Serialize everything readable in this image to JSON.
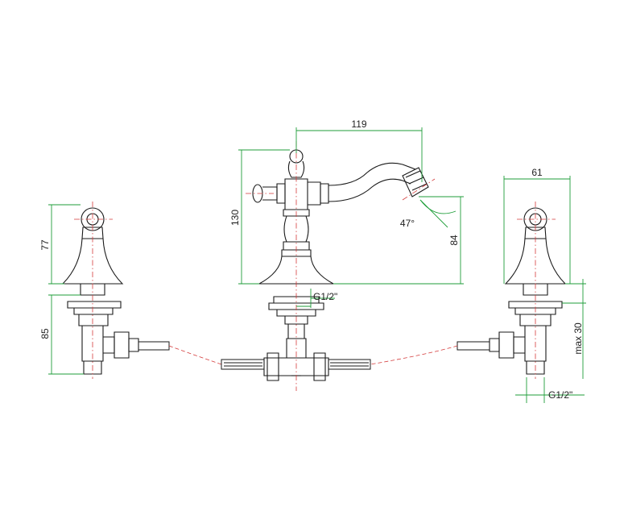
{
  "drawing": {
    "dimensions": {
      "spout_reach": "119",
      "handle_width": "61",
      "spout_height": "130",
      "outlet_height": "84",
      "handle_height": "77",
      "valve_body_height": "85",
      "max_deck_thickness": "max 30",
      "spout_angle": "47°",
      "spout_thread": "G1/2\"",
      "valve_thread": "G1/2\""
    },
    "colors": {
      "outline": "#1a1a1a",
      "dimension": "#1f9e3a",
      "centerline": "#d43a3a"
    }
  }
}
